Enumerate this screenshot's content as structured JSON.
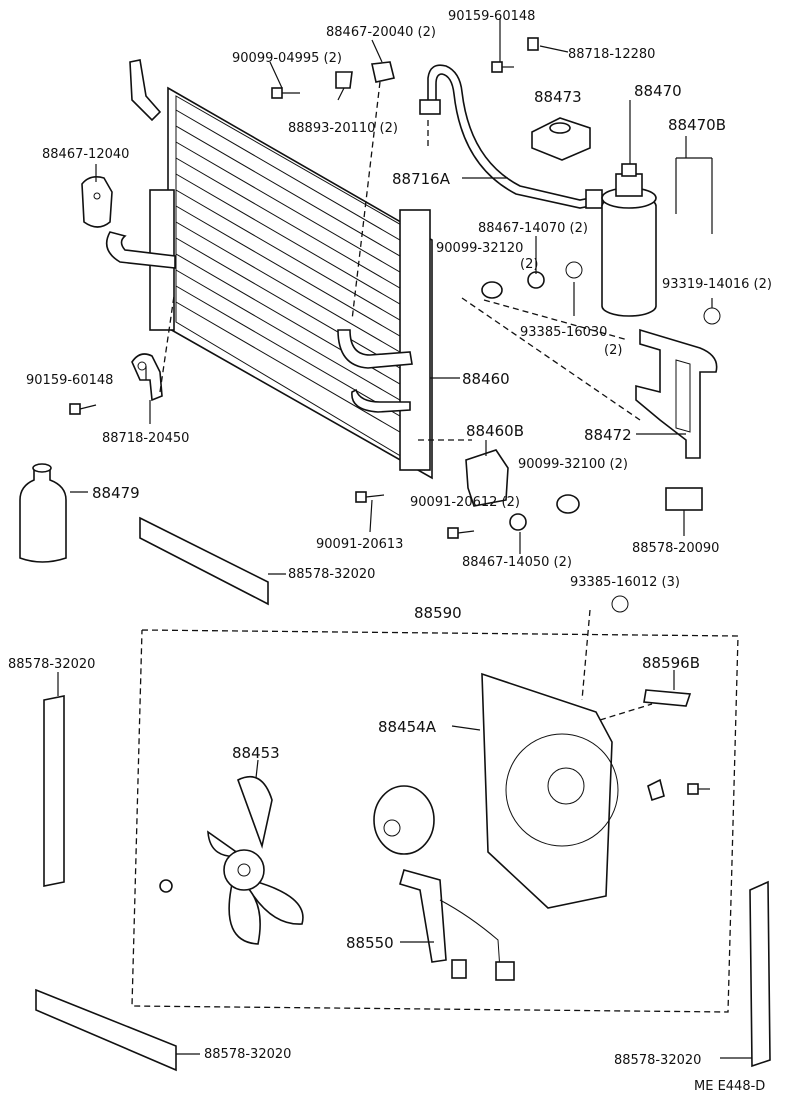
{
  "labels": {
    "p_88467_20040": "88467-20040 (2)",
    "p_90159_60148_top": "90159-60148",
    "p_88718_12280": "88718-12280",
    "p_90099_04995": "90099-04995 (2)",
    "p_88473": "88473",
    "p_88470": "88470",
    "p_88893_20110": "88893-20110 (2)",
    "p_88470B": "88470B",
    "p_88467_12040": "88467-12040",
    "p_88716A": "88716A",
    "p_88467_14070": "88467-14070 (2)",
    "p_90099_32120": "90099-32120",
    "p_90099_32120_qty": "(2)",
    "p_93319_14016": "93319-14016 (2)",
    "p_93385_16030": "93385-16030",
    "p_93385_16030_qty": "(2)",
    "p_90159_60148_left": "90159-60148",
    "p_88460": "88460",
    "p_88718_20450": "88718-20450",
    "p_88460B": "88460B",
    "p_88472": "88472",
    "p_90099_32100": "90099-32100 (2)",
    "p_88479": "88479",
    "p_90091_20612": "90091-20612 (2)",
    "p_88578_20090": "88578-20090",
    "p_90091_20613": "90091-20613",
    "p_88467_14050": "88467-14050 (2)",
    "p_88578_32020_a": "88578-32020",
    "p_93385_16012": "93385-16012 (3)",
    "p_88590": "88590",
    "p_88578_32020_b": "88578-32020",
    "p_88596B": "88596B",
    "p_88454A": "88454A",
    "p_88453": "88453",
    "p_88550": "88550",
    "p_88578_32020_c": "88578-32020",
    "p_88578_32020_d": "88578-32020",
    "footer_code": "ME E448-D"
  },
  "icons": {
    "screw": "screw-icon",
    "clip": "clip-icon",
    "condenser": "condenser-icon",
    "receiver": "receiver-drier-icon",
    "fan": "fan-blade-icon",
    "motor": "fan-motor-icon",
    "shroud": "fan-shroud-icon"
  }
}
